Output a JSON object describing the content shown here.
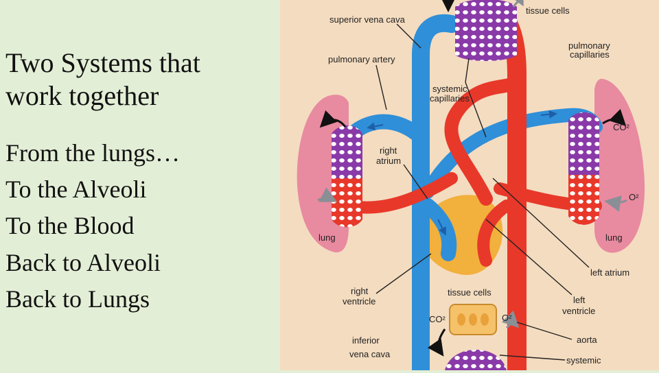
{
  "slide": {
    "title_lines": [
      "Two Systems that",
      "work together"
    ],
    "body_lines": [
      "From the lungs…",
      "To the Alveoli",
      "To the Blood",
      "Back to Alveoli",
      "Back to Lungs"
    ]
  },
  "diagram": {
    "labels": {
      "superior_vena_cava": "superior vena cava",
      "tissue_cells_top": "tissue cells",
      "pulmonary_artery": "pulmonary artery",
      "pulmonary_capillaries_1": "pulmonary",
      "pulmonary_capillaries_2": "capillaries",
      "systemic_capillaries_1": "systemic",
      "systemic_capillaries_2": "capillaries",
      "right_atrium_1": "right",
      "right_atrium_2": "atrium",
      "co2_right": "CO²",
      "o2_right": "O²",
      "lung_left": "lung",
      "lung_right": "lung",
      "left_atrium": "left atrium",
      "right_ventricle_1": "right",
      "right_ventricle_2": "ventricle",
      "tissue_cells_bottom": "tissue cells",
      "left_ventricle_1": "left",
      "left_ventricle_2": "ventricle",
      "co2_bottom": "CO²",
      "o2_bottom": "O²",
      "inferior_vena_cava_1": "inferior",
      "inferior_vena_cava_2": "vena cava",
      "aorta": "aorta",
      "systemic_bottom": "systemic"
    },
    "colors": {
      "background": "#f4dcc0",
      "arterial": "#e8382a",
      "venous": "#2f8fd8",
      "capillary_mix": "#8a3aa8",
      "lung": "#e88aa0",
      "heart_tissue": "#f2b03c",
      "label_text": "#222222"
    }
  }
}
